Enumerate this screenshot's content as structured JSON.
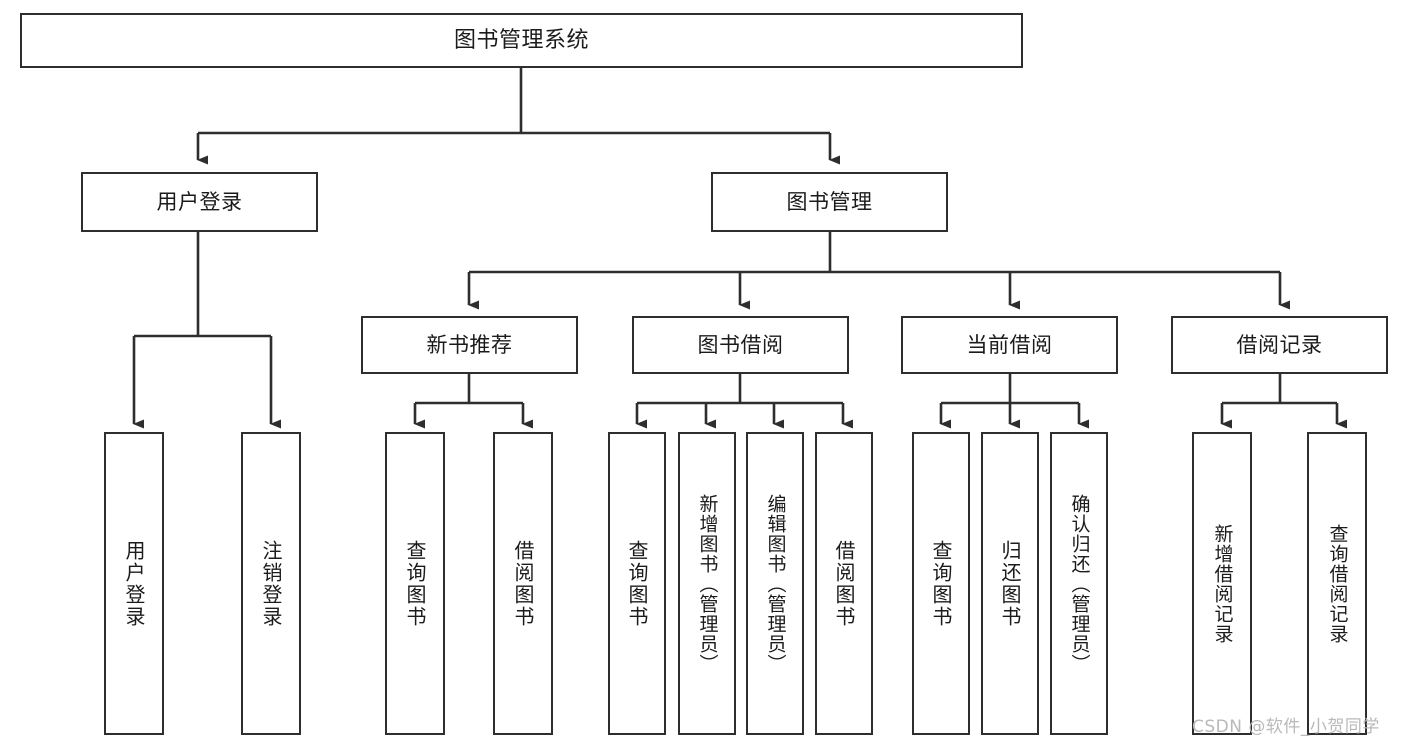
{
  "diagram": {
    "title": "图书管理系统",
    "type": "hierarchy-tree",
    "root": {
      "label": "图书管理系统"
    },
    "level2": [
      {
        "label": "用户登录"
      },
      {
        "label": "图书管理"
      }
    ],
    "level3": [
      {
        "label": "新书推荐"
      },
      {
        "label": "图书借阅"
      },
      {
        "label": "当前借阅"
      },
      {
        "label": "借阅记录"
      }
    ],
    "leaves": {
      "user_login": [
        {
          "label": "用户登录"
        },
        {
          "label": "注销登录"
        }
      ],
      "new_book_recommend": [
        {
          "label": "查询图书"
        },
        {
          "label": "借阅图书"
        }
      ],
      "book_borrow": [
        {
          "label": "查询图书"
        },
        {
          "label": "新增图书（管理员）"
        },
        {
          "label": "编辑图书（管理员）"
        },
        {
          "label": "借阅图书"
        }
      ],
      "current_borrow": [
        {
          "label": "查询图书"
        },
        {
          "label": "归还图书"
        },
        {
          "label": "确认归还（管理员）"
        }
      ],
      "borrow_record": [
        {
          "label": "新增借阅记录"
        },
        {
          "label": "查询借阅记录"
        }
      ]
    }
  },
  "watermark": {
    "text": "CSDN @软件_小贺同学"
  },
  "colors": {
    "stroke": "#2e2e2e",
    "fill": "#ffffff",
    "text": "#1b1b1b",
    "watermark": "#b9b9b9"
  }
}
